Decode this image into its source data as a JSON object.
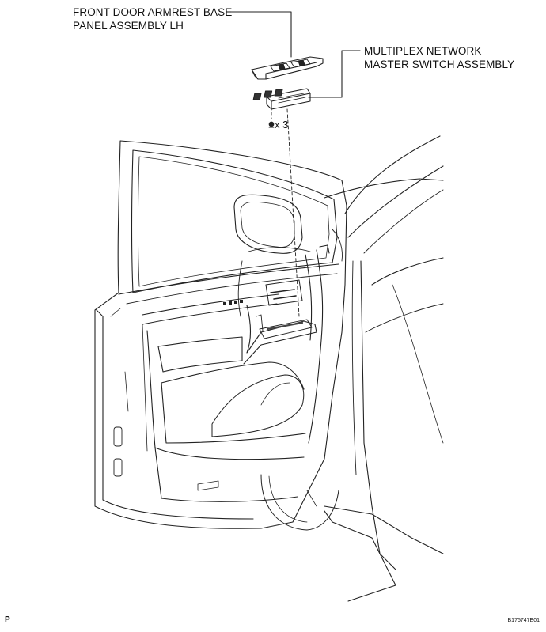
{
  "labels": {
    "armrest_panel": [
      "FRONT DOOR ARMREST BASE",
      "PANEL ASSEMBLY LH"
    ],
    "master_switch": [
      "MULTIPLEX NETWORK",
      "MASTER SWITCH ASSEMBLY"
    ],
    "screw_quantity": "x 3"
  },
  "footer": {
    "corner_mark": "P",
    "figure_id": "B175747E01"
  }
}
